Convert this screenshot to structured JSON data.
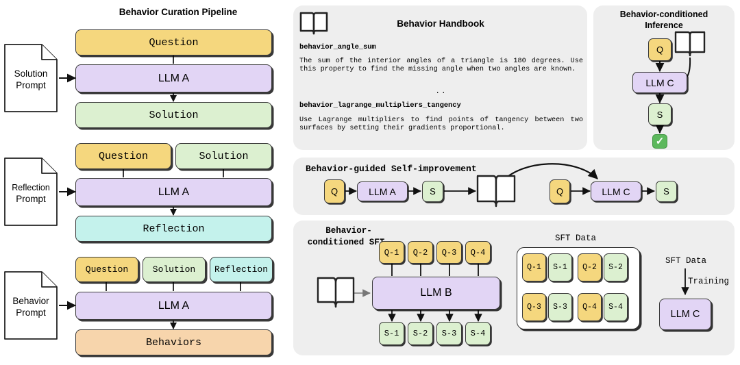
{
  "left_panel": {
    "title": "Behavior Curation Pipeline",
    "rows": [
      {
        "doc_label_1": "Solution",
        "doc_label_2": "Prompt",
        "inputs": [
          {
            "label": "Question",
            "color": "#f5d77e"
          }
        ],
        "model": "LLM A",
        "output": {
          "label": "Solution",
          "color": "#dcf0d0"
        }
      },
      {
        "doc_label_1": "Reflection",
        "doc_label_2": "Prompt",
        "inputs": [
          {
            "label": "Question",
            "color": "#f5d77e"
          },
          {
            "label": "Solution",
            "color": "#dcf0d0"
          }
        ],
        "model": "LLM A",
        "output": {
          "label": "Reflection",
          "color": "#c4f2ec"
        }
      },
      {
        "doc_label_1": "Behavior",
        "doc_label_2": "Prompt",
        "inputs": [
          {
            "label": "Question",
            "color": "#f5d77e"
          },
          {
            "label": "Solution",
            "color": "#dcf0d0"
          },
          {
            "label": "Reflection",
            "color": "#c4f2ec"
          }
        ],
        "model": "LLM A",
        "output": {
          "label": "Behaviors",
          "color": "#f7d5ac"
        }
      }
    ]
  },
  "handbook": {
    "title": "Behavior Handbook",
    "icon": "open-book-icon",
    "entries": [
      {
        "key": "behavior_angle_sum",
        "text": "The sum of the interior angles of a triangle is 180 degrees. Use this property to find the missing angle when two angles are known."
      },
      {
        "key": "behavior_lagrange_multipliers_tangency",
        "text": "Use Lagrange multipliers to find points of tangency between two surfaces by setting their gradients proportional."
      }
    ],
    "separator": ".."
  },
  "inference": {
    "title_line1": "Behavior-conditioned",
    "title_line2": "Inference",
    "q": "Q",
    "model": "LLM C",
    "s": "S",
    "check": "✓"
  },
  "self_improvement": {
    "title": "Behavior-guided Self-improvement",
    "left_chain": {
      "q": "Q",
      "model": "LLM A",
      "s": "S"
    },
    "right_chain": {
      "q": "Q",
      "model": "LLM C",
      "s": "S"
    }
  },
  "sft": {
    "title_line1": "Behavior-",
    "title_line2": "conditioned SFT",
    "questions": [
      "Q-1",
      "Q-2",
      "Q-3",
      "Q-4"
    ],
    "model": "LLM B",
    "solutions": [
      "S-1",
      "S-2",
      "S-3",
      "S-4"
    ],
    "sft_data_title": "SFT Data",
    "sft_pairs": [
      "Q-1",
      "S-1",
      "Q-2",
      "S-2",
      "Q-3",
      "S-3",
      "Q-4",
      "S-4"
    ],
    "train_source": "SFT Data",
    "train_label": "Training",
    "train_model": "LLM C"
  },
  "colors": {
    "question": "#f5d77e",
    "solution": "#dcf0d0",
    "reflection": "#c4f2ec",
    "behaviors": "#f7d5ac",
    "model": "#e2d5f5",
    "panel_bg": "#eeeeee",
    "check_green": "#5cb85c",
    "stroke": "#3a3a3a"
  }
}
